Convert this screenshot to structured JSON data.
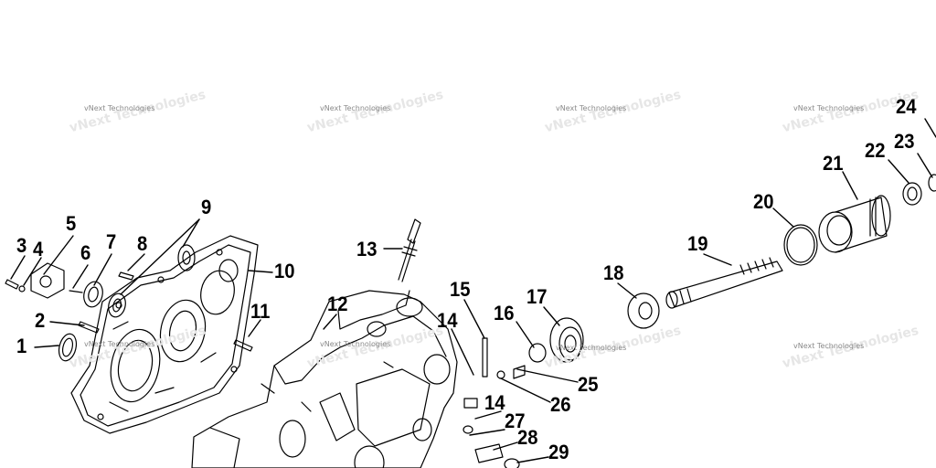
{
  "watermark": {
    "text": "vNext Technologies"
  },
  "callouts": [
    "1",
    "2",
    "3",
    "4",
    "5",
    "6",
    "7",
    "8",
    "9",
    "10",
    "11",
    "12",
    "13",
    "14",
    "14",
    "15",
    "16",
    "17",
    "18",
    "19",
    "20",
    "21",
    "22",
    "23",
    "24",
    "25",
    "26",
    "27",
    "28",
    "29"
  ]
}
